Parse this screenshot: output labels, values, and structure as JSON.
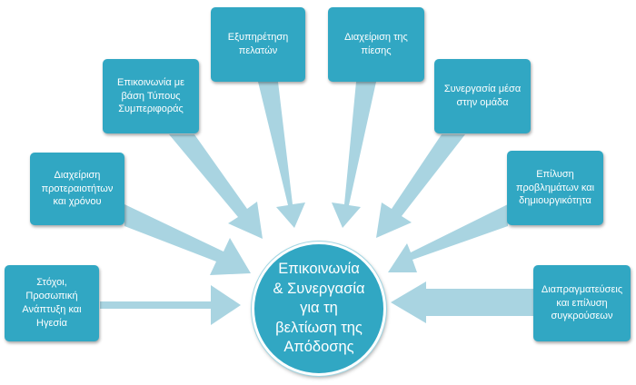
{
  "center": {
    "text": "Επικοινωνία\n& Συνεργασία\nγια τη\nβελτίωση της\nΑπόδοσης"
  },
  "boxes": [
    {
      "id": "goals",
      "text": "Στόχοι,\nΠροσωπική\nΑνάπτυξη  και\nΗγεσία"
    },
    {
      "id": "priorities",
      "text": "Διαχείριση\nπροτεραιοτήτων\nκαι χρόνου"
    },
    {
      "id": "communication",
      "text": "Επικοινωνία με\nβάση Τύπους\nΣυμπεριφοράς"
    },
    {
      "id": "service",
      "text": "Εξυπηρέτηση\nπελατών"
    },
    {
      "id": "pressure",
      "text": "Διαχείριση της\nπίεσης"
    },
    {
      "id": "teamwork",
      "text": "Συνεργασία μέσα\nστην ομάδα"
    },
    {
      "id": "problem",
      "text": "Επίλυση\nπροβλημάτων και\nδημιουργικότητα"
    },
    {
      "id": "negotiation",
      "text": "Διαπραγματεύσεις\nκαι επίλυση\nσυγκρούσεων"
    }
  ],
  "colors": {
    "box": "#31A7C3",
    "arrow": "#A9D4E1",
    "text": "#ffffff"
  }
}
